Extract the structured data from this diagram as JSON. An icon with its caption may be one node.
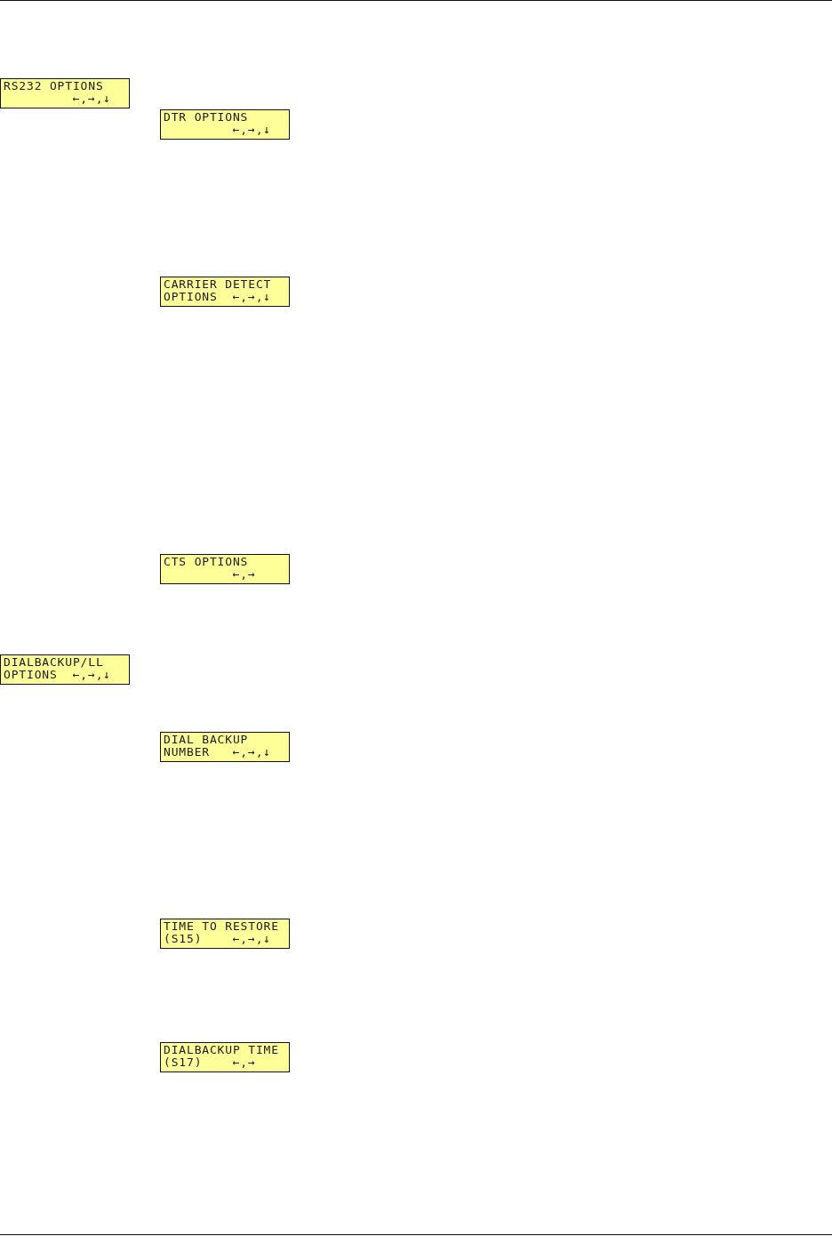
{
  "diagram": {
    "nodes": [
      {
        "text": [
          "RS232 OPTIONS",
          "←,→,↓"
        ]
      },
      {
        "text": [
          "DTR OPTIONS",
          "←,→,↓"
        ]
      },
      {
        "text": [
          "CARRIER DETECT OPTIONS",
          "←,→,↓"
        ]
      },
      {
        "text": [
          "CTS OPTIONS",
          "←,→"
        ]
      },
      {
        "text": [
          "DIALBACKUP/LL OPTIONS",
          "←,→,↓"
        ]
      },
      {
        "text": [
          "DIAL BACKUP NUMBER",
          "←,→,↓"
        ]
      },
      {
        "text": [
          "TIME TO RESTORE (S15)",
          "←,→,↓"
        ]
      },
      {
        "text": [
          "DIALBACKUP TIME (S17)",
          "←,→"
        ]
      }
    ]
  }
}
